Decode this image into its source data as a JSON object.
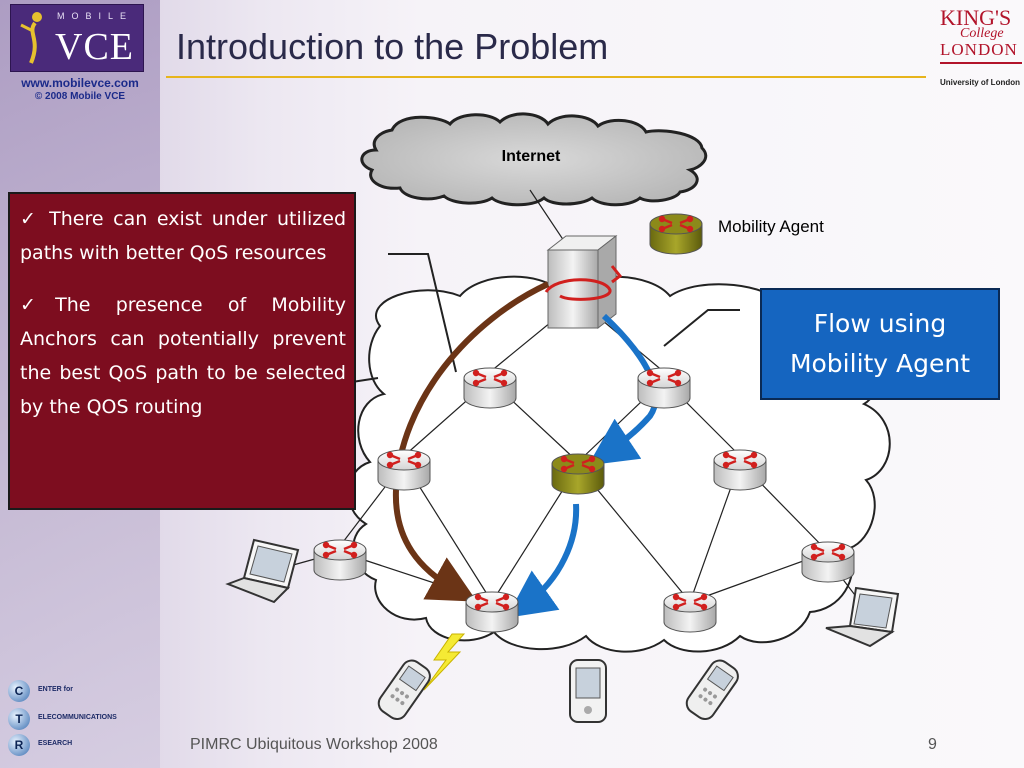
{
  "header": {
    "title": "Introduction to the Problem",
    "logo_mobile": "MOBILE",
    "logo_vce": "VCE",
    "website": "www.mobilevce.com",
    "copyright": "© 2008 Mobile VCE",
    "kings_line1": "KING'S",
    "kings_line2": "College",
    "kings_line3": "LONDON",
    "kings_line4": "University of London"
  },
  "diagram": {
    "cloud_label": "Internet",
    "legend_label": "Mobility Agent",
    "icons": [
      "server-icon",
      "router-icon",
      "mobility-agent-icon",
      "laptop-icon",
      "mobile-phone-icon",
      "pda-icon",
      "wireless-link-icon"
    ],
    "colors": {
      "router": "#e9e9e9",
      "agent": "#8c8a1a",
      "brown_path": "#6b3416",
      "blue_path": "#1a73c8",
      "arrow_head": "#d1201e"
    }
  },
  "textbox": {
    "point1": "There can exist under utilized paths with better QoS resources",
    "point2": "The presence of Mobility Anchors can potentially prevent the best QoS path to be selected by the QOS routing",
    "check": "✓"
  },
  "flowbox": {
    "line1": "Flow using",
    "line2": "Mobility Agent"
  },
  "footer": {
    "text": "PIMRC Ubiquitous Workshop 2008",
    "page": "9"
  },
  "ctr_logo": {
    "c": "C",
    "c_text": "ENTER for",
    "t": "T",
    "t_text": "ELECOMMUNICATIONS",
    "r": "R",
    "r_text": "ESEARCH"
  }
}
